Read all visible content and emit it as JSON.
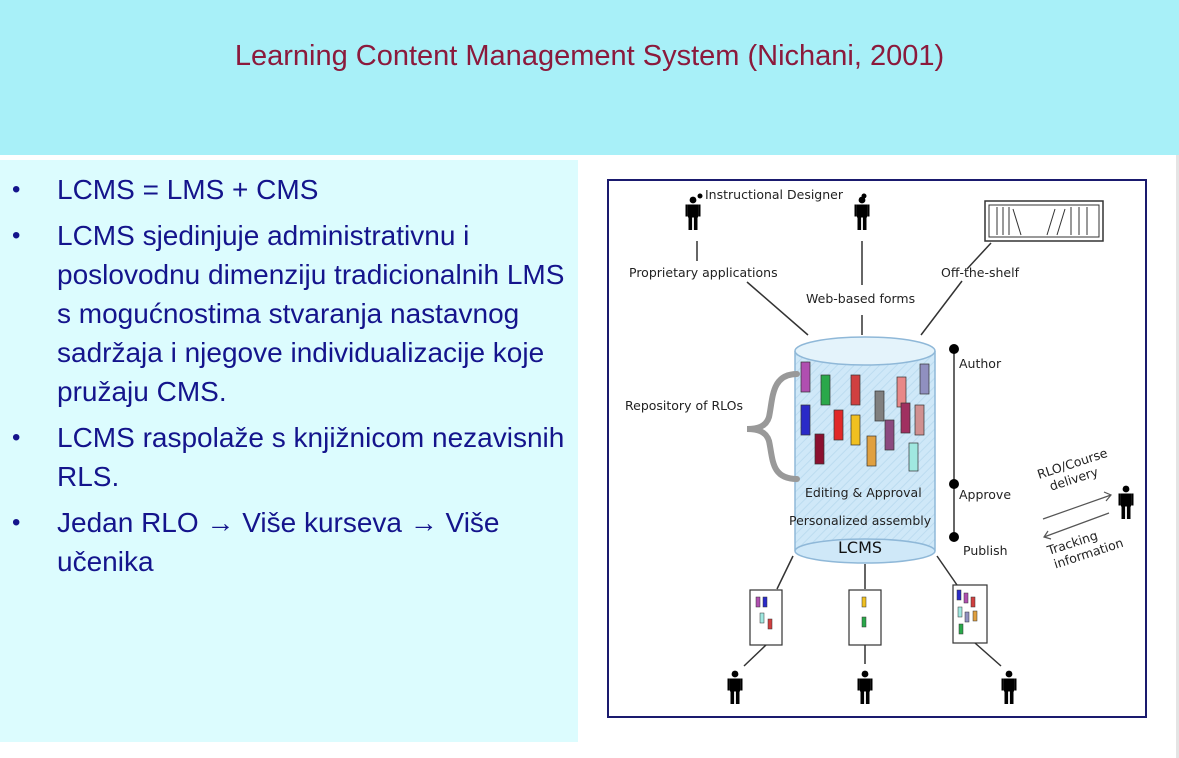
{
  "slide": {
    "title": "Learning Content Management System (Nichani, 2001)",
    "bullets": [
      "LCMS = LMS + CMS",
      "LCMS sjedinjuje administrativnu i poslovodnu dimenziju tradicionalnih LMS s mogućnostima stvaranja nastavnog sadržaja i njegove individualizacije koje pružaju CMS.",
      "LCMS raspolaže s knjižnicom nezavisnih RLS.",
      "Jedan RLO → Više kurseva → Više učenika"
    ]
  },
  "diagram": {
    "labels": {
      "instructional_designer": "Instructional Designer",
      "proprietary_applications": "Proprietary applications",
      "web_based_forms": "Web-based forms",
      "off_the_shelf": "Off-the-shelf",
      "repository": "Repository of RLOs",
      "author": "Author",
      "approve": "Approve",
      "publish": "Publish",
      "editing_approval": "Editing & Approval",
      "personalized_assembly": "Personalized assembly",
      "lcms": "LCMS",
      "rlo_course_line1": "RLO/Course",
      "rlo_course_line2": "delivery",
      "tracking_line1": "Tracking",
      "tracking_line2": "information"
    },
    "colors": {
      "border": "#1a1a6e",
      "cylinder_fill": "#cfe8f8",
      "cylinder_stroke": "#8fb8d8",
      "block_colors": [
        "#b04fb0",
        "#2aa84a",
        "#d04040",
        "#808080",
        "#e88888",
        "#9090c0",
        "#2a2ac8",
        "#8b1030",
        "#e02828",
        "#f0c020",
        "#8b4a80",
        "#e0a040",
        "#a03060",
        "#d09090",
        "#a0e8e0"
      ]
    }
  }
}
